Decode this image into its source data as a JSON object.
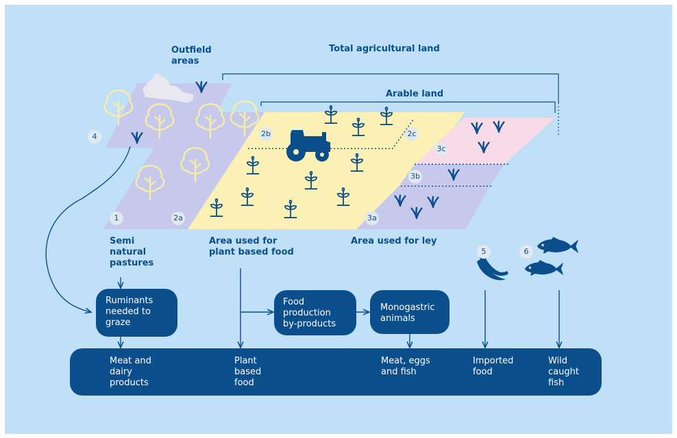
{
  "labels": {
    "outfield": "Outfield\nareas",
    "total_land": "Total agricultural land",
    "arable_land": "Arable land",
    "semi_natural": "Semi\nnatural\npastures",
    "plant_area": "Area used for\nplant based food",
    "ley_area": "Area used for ley"
  },
  "badges": {
    "b1": "1",
    "b2a": "2a",
    "b2b": "2b",
    "b2c": "2c",
    "b3a": "3a",
    "b3b": "3b",
    "b3c": "3c",
    "b4": "4",
    "b5": "5",
    "b6": "6"
  },
  "boxes": {
    "ruminants": "Ruminants\nneeded to\ngraze",
    "byproducts": "Food\nproduction\nby-products",
    "monogastric": "Monogastric\nanimals"
  },
  "outputs": {
    "meat_dairy": "Meat and\ndairy\nproducts",
    "plant_food": "Plant\nbased\nfood",
    "meat_eggs_fish": "Meat, eggs\nand fish",
    "imported": "Imported\nfood",
    "wild_fish": "Wild\ncaught\nfish"
  },
  "colors": {
    "background": "#bfe0f6",
    "navy": "#0b4e8c",
    "pasture": "#c7c9ec",
    "plant_area": "#fbf1b4",
    "ley_pink": "#f8dbe6",
    "tree_outline": "#f8eea0",
    "rock": "#e8e8ee"
  },
  "icons": [
    "tree-icon",
    "plant-sprout-icon",
    "grass-tuft-icon",
    "tractor-icon",
    "banana-icon",
    "fish-icon",
    "rock-icon"
  ]
}
